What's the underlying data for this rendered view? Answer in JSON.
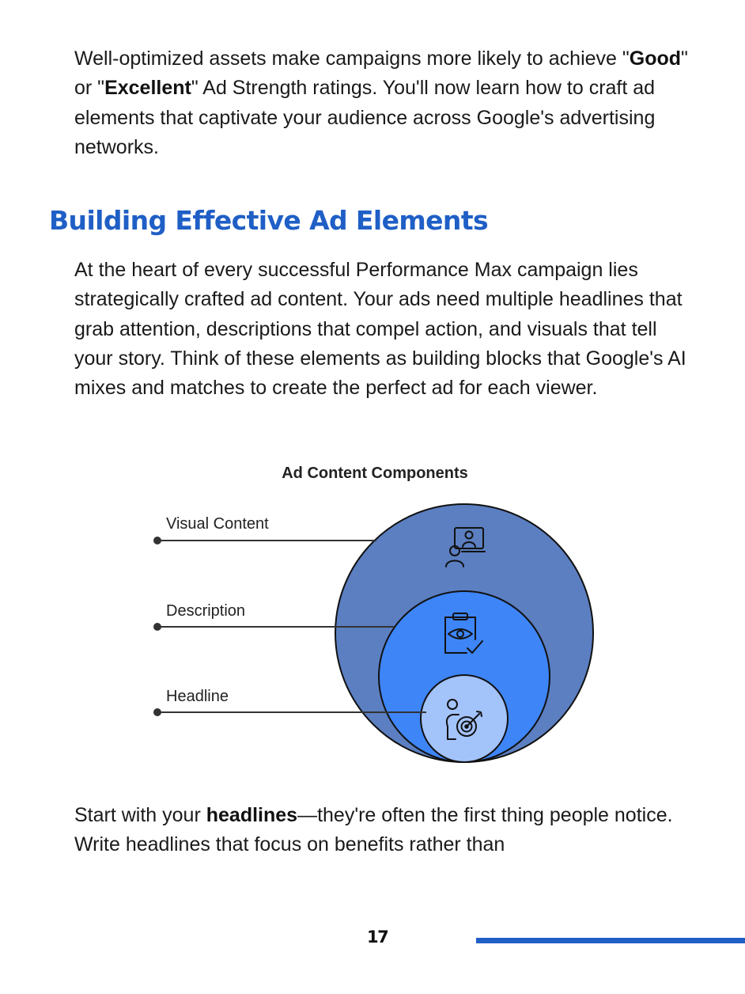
{
  "intro": {
    "pre": "Well-optimized assets make campaigns more likely to achieve ",
    "q1_open": "\"",
    "good": "Good",
    "q1_close": "\" or \"",
    "excellent": "Excellent",
    "post": "\" Ad Strength ratings. You'll now learn how to craft ad elements that captivate your audience across Google's advertising networks."
  },
  "section": {
    "heading": "Building Effective Ad Elements",
    "body": "At the heart of every successful Performance Max campaign lies strategically crafted ad content. Your ads need multiple headlines that grab attention, descriptions that compel action, and visuals that tell your story. Think of these elements as building blocks that Google's AI mixes and matches to create the perfect ad for each viewer."
  },
  "diagram": {
    "title": "Ad Content Components",
    "layers": [
      {
        "label": "Visual Content",
        "icon": "presenter-icon",
        "color": "#5b7fc1"
      },
      {
        "label": "Description",
        "icon": "clipboard-eye-icon",
        "color": "#3e85f7"
      },
      {
        "label": "Headline",
        "icon": "person-target-icon",
        "color": "#a3c3fb"
      }
    ],
    "outline_color": "#111111",
    "leader_color": "#333333"
  },
  "closing": {
    "pre": "Start with your ",
    "bold": "headlines",
    "post": "—they're often the first thing people notice. Write headlines that focus on benefits rather than"
  },
  "footer": {
    "page_number": "17",
    "accent_color": "#1f5fc6"
  }
}
